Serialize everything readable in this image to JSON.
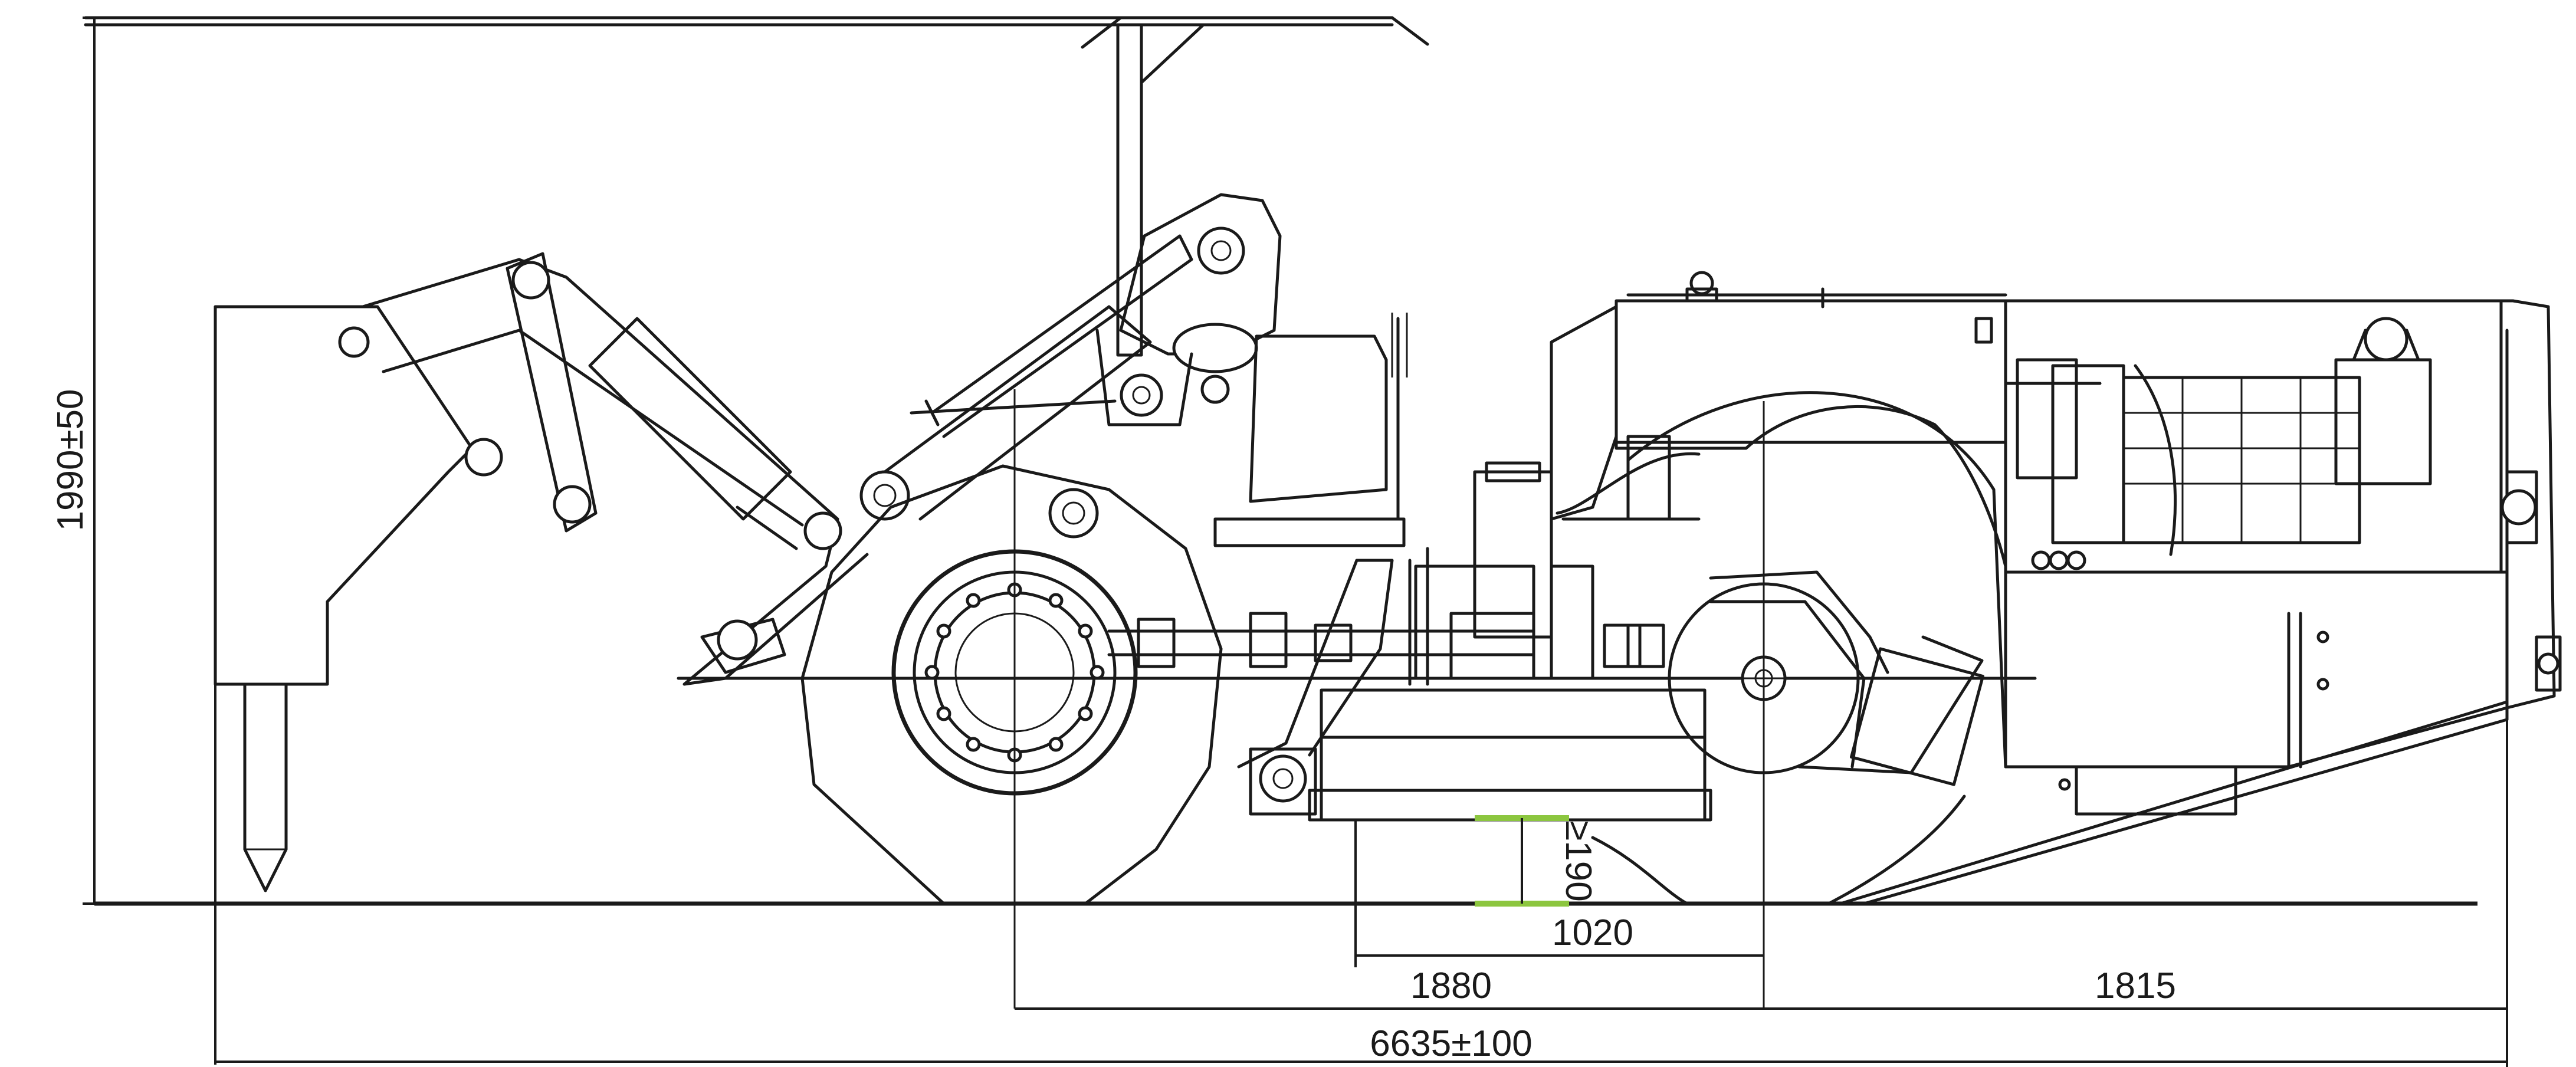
{
  "drawing": {
    "dimensions": {
      "overall_height": "1990±50",
      "overall_length": "6635±100",
      "front_axle_to_rear_axle": "1880",
      "rear_axle_to_rear": "1815",
      "ground_clearance_span": "1020",
      "ground_clearance": "≥190"
    },
    "colors": {
      "line": "#1a1a1a",
      "highlight": "#8cc63f",
      "background": "#ffffff"
    }
  }
}
